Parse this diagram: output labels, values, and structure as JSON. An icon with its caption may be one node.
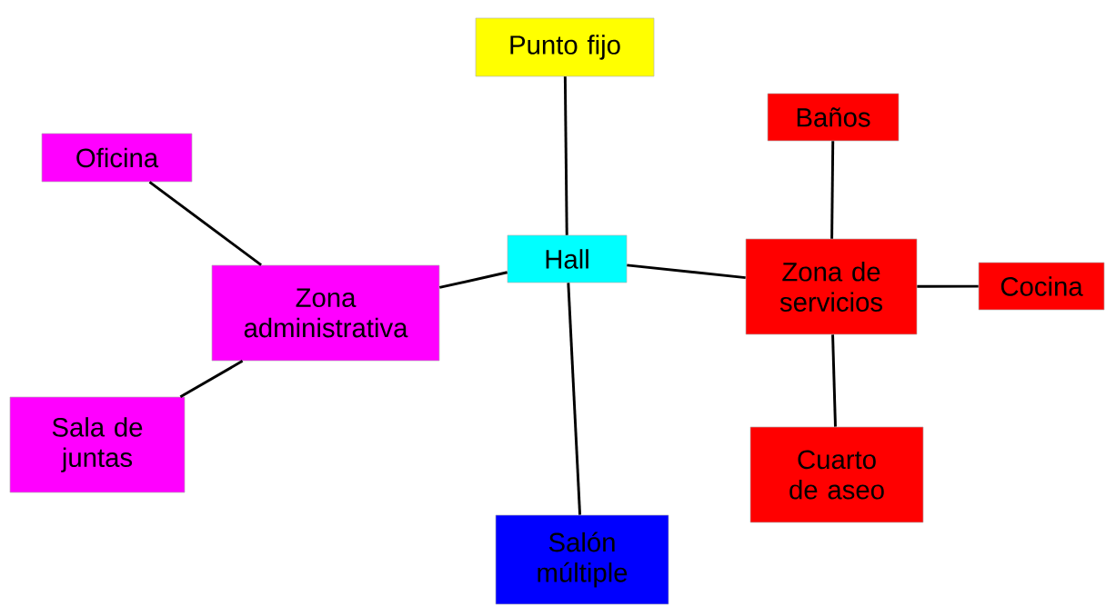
{
  "diagram": {
    "nodes": [
      {
        "text": [
          "Punto fijo"
        ]
      },
      {
        "text": [
          "Oficina"
        ]
      },
      {
        "text": [
          "Baños"
        ]
      },
      {
        "text": [
          "Hall"
        ]
      },
      {
        "text": [
          "Zona administrativa"
        ]
      },
      {
        "text": [
          "Zona de servicios"
        ]
      },
      {
        "text": [
          "Cocina"
        ]
      },
      {
        "text": [
          "Sala de juntas"
        ]
      },
      {
        "text": [
          "Cuarto de aseo"
        ]
      },
      {
        "text": [
          "Salón múltiple"
        ]
      }
    ],
    "edges": [
      {
        "from": 0,
        "to": 3,
        "arrow": "none"
      },
      {
        "from": 1,
        "to": 4,
        "arrow": "none"
      },
      {
        "from": 2,
        "to": 5,
        "arrow": "none"
      },
      {
        "from": 4,
        "to": 3,
        "arrow": "none"
      },
      {
        "from": 3,
        "to": 5,
        "arrow": "none"
      },
      {
        "from": 5,
        "to": 6,
        "arrow": "none"
      },
      {
        "from": 4,
        "to": 7,
        "arrow": "none"
      },
      {
        "from": 5,
        "to": 8,
        "arrow": "none"
      },
      {
        "from": 3,
        "to": 9,
        "arrow": "none"
      }
    ]
  }
}
